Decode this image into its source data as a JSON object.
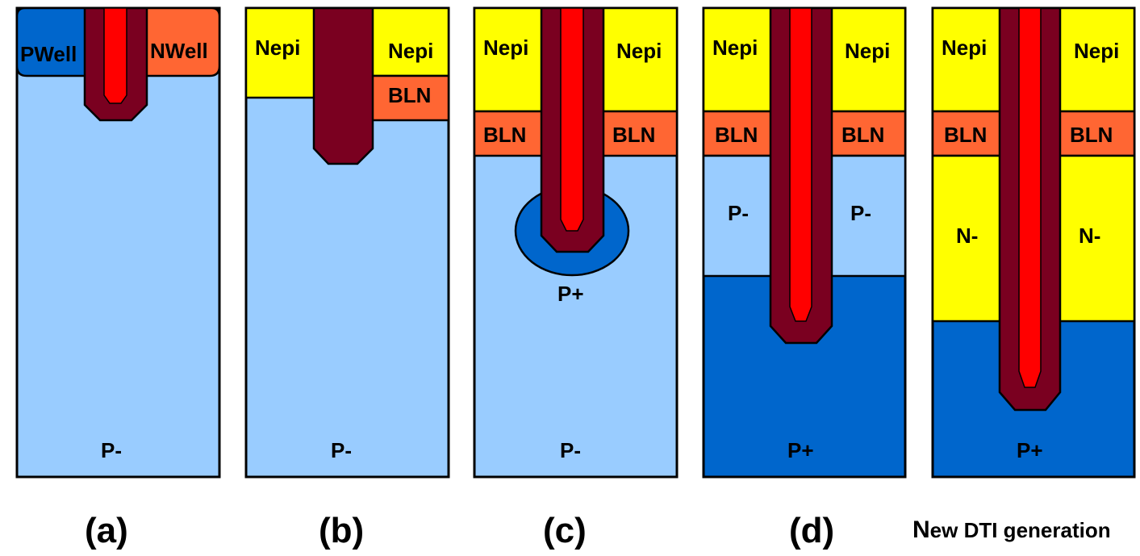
{
  "colors": {
    "p_minus": "#99ccff",
    "p_plus": "#0066cc",
    "nepi": "#ffff00",
    "bln": "#ff6633",
    "nwell": "#ff6633",
    "pwell": "#0066cc",
    "trench_liner": "#7a0020",
    "trench_fill": "#ff0000",
    "outline": "#000000"
  },
  "panels": [
    {
      "id": "a",
      "caption": "(a)",
      "labels": {
        "left_top": "PWell",
        "right_top": "NWell",
        "bottom": "P-"
      }
    },
    {
      "id": "b",
      "caption": "(b)",
      "labels": {
        "left_top": "Nepi",
        "right_top": "Nepi",
        "right_mid": "BLN",
        "bottom": "P-"
      }
    },
    {
      "id": "c",
      "caption": "(c)",
      "labels": {
        "left_top": "Nepi",
        "right_top": "Nepi",
        "left_bln": "BLN",
        "right_bln": "BLN",
        "implant": "P+",
        "bottom": "P-"
      }
    },
    {
      "id": "d",
      "caption": "(d)",
      "labels": {
        "left_top": "Nepi",
        "right_top": "Nepi",
        "left_bln": "BLN",
        "right_bln": "BLN",
        "left_mid": "P-",
        "right_mid": "P-",
        "bottom": "P+"
      }
    },
    {
      "id": "e",
      "caption_prefix": "N",
      "caption_rest": "ew DTI generation",
      "labels": {
        "left_top": "Nepi",
        "right_top": "Nepi",
        "left_bln": "BLN",
        "right_bln": "BLN",
        "left_mid": "N-",
        "right_mid": "N-",
        "bottom": "P+"
      }
    }
  ]
}
